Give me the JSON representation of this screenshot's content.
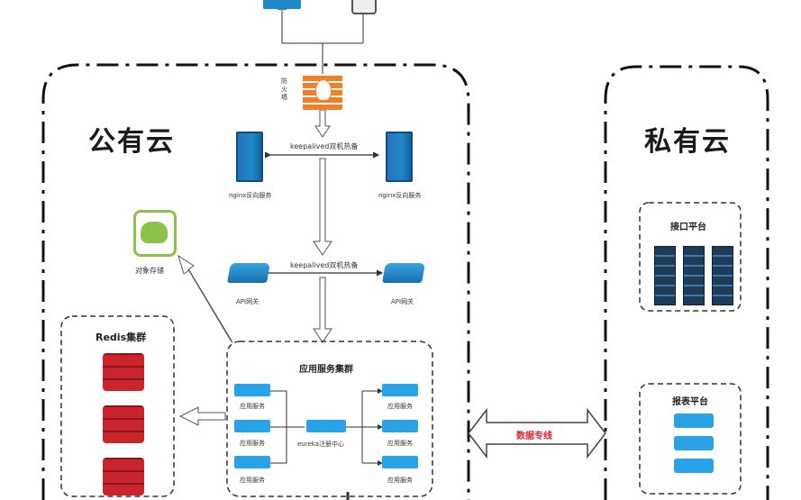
{
  "public_cloud": {
    "title": "公有云",
    "firewall_label": "防火墙",
    "keepalived_top": "keepalived双机热备",
    "nginx_left": "nginx反向服务",
    "nginx_right": "nginx反向服务",
    "keepalived_mid": "keepalived双机热备",
    "api_left": "API网关",
    "api_right": "API网关",
    "object_storage": "对象存储",
    "redis_cluster": "Redis集群",
    "app_cluster": {
      "title": "应用服务集群",
      "eureka": "eureka注册中心",
      "left_services": [
        "应用服务",
        "应用服务",
        "应用服务"
      ],
      "right_services": [
        "应用服务",
        "应用服务",
        "应用服务"
      ]
    }
  },
  "private_cloud": {
    "title": "私有云",
    "interface_platform": "接口平台",
    "report_platform": "报表平台"
  },
  "link_label": "数据专线",
  "colors": {
    "server_blue": "#1e88c9",
    "redis_red": "#c8262c",
    "firewall_orange": "#f07f2a",
    "storage_green": "#8bc34a",
    "link_red": "#e0242b"
  }
}
